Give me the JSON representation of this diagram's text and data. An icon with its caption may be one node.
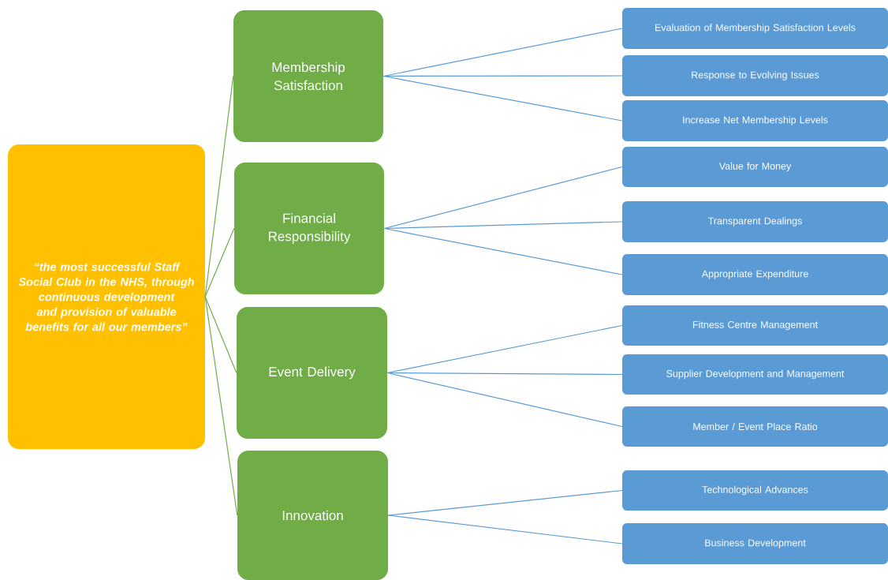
{
  "diagram": {
    "nodes": [
      {
        "text": [
          "“the most successful Staff Social Club in the NHS, through continuous development and provision of valuable benefits for all our members”"
        ]
      },
      {
        "text": [
          "Membership Satisfaction"
        ]
      },
      {
        "text": [
          "Financial Responsibility"
        ]
      },
      {
        "text": [
          "Event Delivery"
        ]
      },
      {
        "text": [
          "Innovation"
        ]
      },
      {
        "text": [
          "Evaluation of Membership Satisfaction Levels"
        ]
      },
      {
        "text": [
          "Response to Evolving Issues"
        ]
      },
      {
        "text": [
          "Increase Net Membership Levels"
        ]
      },
      {
        "text": [
          "Value for Money"
        ]
      },
      {
        "text": [
          "Transparent Dealings"
        ]
      },
      {
        "text": [
          "Appropriate Expenditure"
        ]
      },
      {
        "text": [
          "Fitness Centre Management"
        ]
      },
      {
        "text": [
          "Supplier Development and Management"
        ]
      },
      {
        "text": [
          "Member / Event Place Ratio"
        ]
      },
      {
        "text": [
          "Technological Advances"
        ]
      },
      {
        "text": [
          "Business Development"
        ]
      }
    ],
    "edges": [
      {
        "from": 0,
        "to": 1,
        "arrow": "none",
        "color": "#70ad47"
      },
      {
        "from": 0,
        "to": 2,
        "arrow": "none",
        "color": "#70ad47"
      },
      {
        "from": 0,
        "to": 3,
        "arrow": "none",
        "color": "#70ad47"
      },
      {
        "from": 0,
        "to": 4,
        "arrow": "none",
        "color": "#70ad47"
      },
      {
        "from": 1,
        "to": 5,
        "arrow": "none"
      },
      {
        "from": 1,
        "to": 6,
        "arrow": "none"
      },
      {
        "from": 1,
        "to": 7,
        "arrow": "none"
      },
      {
        "from": 2,
        "to": 8,
        "arrow": "none"
      },
      {
        "from": 2,
        "to": 9,
        "arrow": "none"
      },
      {
        "from": 2,
        "to": 10,
        "arrow": "none"
      },
      {
        "from": 3,
        "to": 11,
        "arrow": "none"
      },
      {
        "from": 3,
        "to": 12,
        "arrow": "none"
      },
      {
        "from": 3,
        "to": 13,
        "arrow": "none"
      },
      {
        "from": 4,
        "to": 14,
        "arrow": "none"
      },
      {
        "from": 4,
        "to": 15,
        "arrow": "none"
      }
    ]
  }
}
